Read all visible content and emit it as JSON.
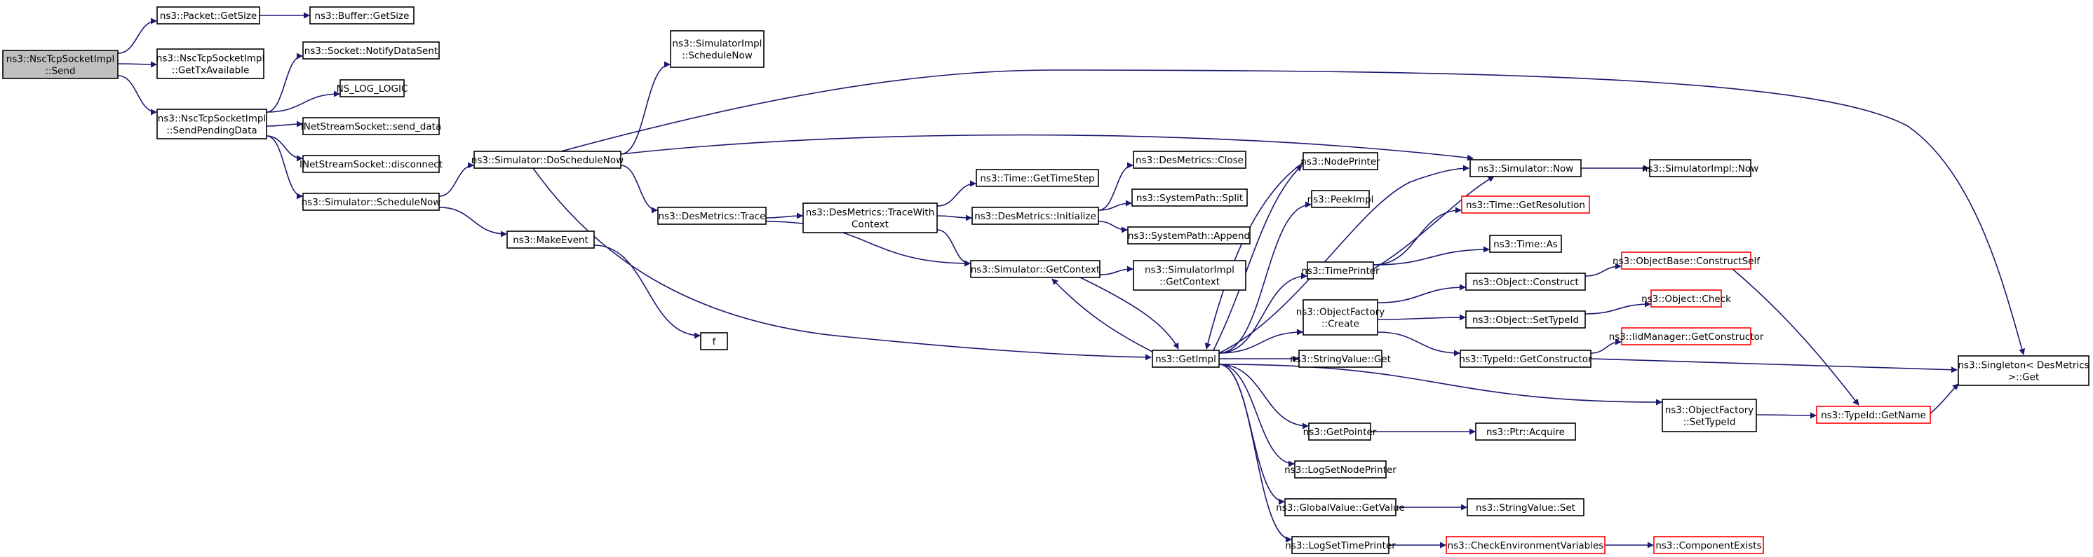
{
  "colors": {
    "root_fill": "#bfbfbf",
    "node_fill": "#ffffff",
    "node_border": "#000000",
    "truncated_border": "#ff0000",
    "edge": "#191970"
  },
  "nodes": {
    "send": {
      "lines": [
        "ns3::NscTcpSocketImpl",
        "::Send"
      ],
      "style": "root"
    },
    "pkt_getsize": {
      "lines": [
        "ns3::Packet::GetSize"
      ],
      "style": "normal"
    },
    "buf_getsize": {
      "lines": [
        "ns3::Buffer::GetSize"
      ],
      "style": "normal"
    },
    "gettxavail": {
      "lines": [
        "ns3::NscTcpSocketImpl",
        "::GetTxAvailable"
      ],
      "style": "normal"
    },
    "sendpending": {
      "lines": [
        "ns3::NscTcpSocketImpl",
        "::SendPendingData"
      ],
      "style": "normal"
    },
    "notifysent": {
      "lines": [
        "ns3::Socket::NotifyDataSent"
      ],
      "style": "normal"
    },
    "nslog": {
      "lines": [
        "NS_LOG_LOGIC"
      ],
      "style": "normal"
    },
    "senddata": {
      "lines": [
        "INetStreamSocket::send_data"
      ],
      "style": "normal"
    },
    "disconnect": {
      "lines": [
        "INetStreamSocket::disconnect"
      ],
      "style": "normal"
    },
    "schednow": {
      "lines": [
        "ns3::Simulator::ScheduleNow"
      ],
      "style": "normal"
    },
    "makeevent": {
      "lines": [
        "ns3::MakeEvent"
      ],
      "style": "normal"
    },
    "f": {
      "lines": [
        "f"
      ],
      "style": "normal"
    },
    "simimpl_schednow": {
      "lines": [
        "ns3::SimulatorImpl",
        "::ScheduleNow"
      ],
      "style": "normal"
    },
    "doschednow": {
      "lines": [
        "ns3::Simulator::DoScheduleNow"
      ],
      "style": "normal"
    },
    "des_trace": {
      "lines": [
        "ns3::DesMetrics::Trace"
      ],
      "style": "normal"
    },
    "des_tracectx": {
      "lines": [
        "ns3::DesMetrics::TraceWith",
        "Context"
      ],
      "style": "normal"
    },
    "time_gettimestep": {
      "lines": [
        "ns3::Time::GetTimeStep"
      ],
      "style": "normal"
    },
    "des_init": {
      "lines": [
        "ns3::DesMetrics::Initialize"
      ],
      "style": "normal"
    },
    "des_close": {
      "lines": [
        "ns3::DesMetrics::Close"
      ],
      "style": "normal"
    },
    "path_split": {
      "lines": [
        "ns3::SystemPath::Split"
      ],
      "style": "normal"
    },
    "path_append": {
      "lines": [
        "ns3::SystemPath::Append"
      ],
      "style": "normal"
    },
    "sim_getctx": {
      "lines": [
        "ns3::Simulator::GetContext"
      ],
      "style": "normal"
    },
    "simimpl_getctx": {
      "lines": [
        "ns3::SimulatorImpl",
        "::GetContext"
      ],
      "style": "normal"
    },
    "getimpl": {
      "lines": [
        "ns3::GetImpl"
      ],
      "style": "normal"
    },
    "nodeprinter": {
      "lines": [
        "ns3::NodePrinter"
      ],
      "style": "normal"
    },
    "peekimpl": {
      "lines": [
        "ns3::PeekImpl"
      ],
      "style": "normal"
    },
    "timeprinter": {
      "lines": [
        "ns3::TimePrinter"
      ],
      "style": "normal"
    },
    "objfactory_create": {
      "lines": [
        "ns3::ObjectFactory",
        "::Create"
      ],
      "style": "normal"
    },
    "stringvalue_get": {
      "lines": [
        "ns3::StringValue::Get"
      ],
      "style": "normal"
    },
    "getpointer": {
      "lines": [
        "ns3::GetPointer"
      ],
      "style": "normal"
    },
    "logsetnodeprinter": {
      "lines": [
        "ns3::LogSetNodePrinter"
      ],
      "style": "normal"
    },
    "globalvalue_getvalue": {
      "lines": [
        "ns3::GlobalValue::GetValue"
      ],
      "style": "normal"
    },
    "logsettimeprinter": {
      "lines": [
        "ns3::LogSetTimePrinter"
      ],
      "style": "normal"
    },
    "sim_now": {
      "lines": [
        "ns3::Simulator::Now"
      ],
      "style": "normal"
    },
    "simimpl_now": {
      "lines": [
        "ns3::SimulatorImpl::Now"
      ],
      "style": "normal"
    },
    "time_getres": {
      "lines": [
        "ns3::Time::GetResolution"
      ],
      "style": "truncated"
    },
    "time_as": {
      "lines": [
        "ns3::Time::As"
      ],
      "style": "normal"
    },
    "obj_construct": {
      "lines": [
        "ns3::Object::Construct"
      ],
      "style": "normal"
    },
    "obj_settypeid": {
      "lines": [
        "ns3::Object::SetTypeId"
      ],
      "style": "normal"
    },
    "typeid_getctor": {
      "lines": [
        "ns3::TypeId::GetConstructor"
      ],
      "style": "normal"
    },
    "objbase_constructself": {
      "lines": [
        "ns3::ObjectBase::ConstructSelf"
      ],
      "style": "truncated"
    },
    "obj_check": {
      "lines": [
        "ns3::Object::Check"
      ],
      "style": "truncated"
    },
    "iidmgr_getctor": {
      "lines": [
        "ns3::IidManager::GetConstructor"
      ],
      "style": "truncated"
    },
    "singleton_get": {
      "lines": [
        "ns3::Singleton< DesMetrics",
        " >::Get"
      ],
      "style": "normal"
    },
    "objfactory_settypeid": {
      "lines": [
        "ns3::ObjectFactory",
        "::SetTypeId"
      ],
      "style": "normal"
    },
    "typeid_getname": {
      "lines": [
        "ns3::TypeId::GetName"
      ],
      "style": "truncated"
    },
    "ptr_acquire": {
      "lines": [
        "ns3::Ptr::Acquire"
      ],
      "style": "normal"
    },
    "stringvalue_set": {
      "lines": [
        "ns3::StringValue::Set"
      ],
      "style": "normal"
    },
    "checkenv": {
      "lines": [
        "ns3::CheckEnvironmentVariables"
      ],
      "style": "truncated"
    },
    "compexists": {
      "lines": [
        "ns3::ComponentExists"
      ],
      "style": "truncated"
    }
  },
  "edges": [
    {
      "from": "send",
      "to": "pkt_getsize"
    },
    {
      "from": "send",
      "to": "gettxavail"
    },
    {
      "from": "send",
      "to": "sendpending"
    },
    {
      "from": "pkt_getsize",
      "to": "buf_getsize"
    },
    {
      "from": "sendpending",
      "to": "notifysent"
    },
    {
      "from": "sendpending",
      "to": "nslog"
    },
    {
      "from": "sendpending",
      "to": "senddata"
    },
    {
      "from": "sendpending",
      "to": "disconnect"
    },
    {
      "from": "sendpending",
      "to": "schednow"
    },
    {
      "from": "schednow",
      "to": "doschednow"
    },
    {
      "from": "schednow",
      "to": "makeevent"
    },
    {
      "from": "makeevent",
      "to": "f"
    },
    {
      "from": "doschednow",
      "to": "simimpl_schednow"
    },
    {
      "from": "doschednow",
      "to": "des_trace"
    },
    {
      "from": "doschednow",
      "to": "getimpl"
    },
    {
      "from": "doschednow",
      "to": "sim_now"
    },
    {
      "from": "doschednow",
      "to": "singleton_get"
    },
    {
      "from": "des_trace",
      "to": "des_tracectx"
    },
    {
      "from": "des_trace",
      "to": "sim_getctx"
    },
    {
      "from": "des_tracectx",
      "to": "time_gettimestep"
    },
    {
      "from": "des_tracectx",
      "to": "des_init"
    },
    {
      "from": "des_tracectx",
      "to": "sim_getctx"
    },
    {
      "from": "des_init",
      "to": "des_close"
    },
    {
      "from": "des_init",
      "to": "path_split"
    },
    {
      "from": "des_init",
      "to": "path_append"
    },
    {
      "from": "sim_getctx",
      "to": "simimpl_getctx"
    },
    {
      "from": "sim_getctx",
      "to": "getimpl"
    },
    {
      "from": "getimpl",
      "to": "sim_getctx"
    },
    {
      "from": "getimpl",
      "to": "nodeprinter"
    },
    {
      "from": "getimpl",
      "to": "peekimpl"
    },
    {
      "from": "getimpl",
      "to": "timeprinter"
    },
    {
      "from": "getimpl",
      "to": "sim_now"
    },
    {
      "from": "getimpl",
      "to": "objfactory_create"
    },
    {
      "from": "getimpl",
      "to": "stringvalue_get"
    },
    {
      "from": "getimpl",
      "to": "objfactory_settypeid"
    },
    {
      "from": "getimpl",
      "to": "getpointer"
    },
    {
      "from": "getimpl",
      "to": "logsetnodeprinter"
    },
    {
      "from": "getimpl",
      "to": "globalvalue_getvalue"
    },
    {
      "from": "getimpl",
      "to": "logsettimeprinter"
    },
    {
      "from": "nodeprinter",
      "to": "getimpl"
    },
    {
      "from": "timeprinter",
      "to": "sim_now"
    },
    {
      "from": "timeprinter",
      "to": "time_getres"
    },
    {
      "from": "timeprinter",
      "to": "time_as"
    },
    {
      "from": "sim_now",
      "to": "simimpl_now"
    },
    {
      "from": "objfactory_create",
      "to": "obj_construct"
    },
    {
      "from": "objfactory_create",
      "to": "obj_settypeid"
    },
    {
      "from": "objfactory_create",
      "to": "typeid_getctor"
    },
    {
      "from": "obj_construct",
      "to": "objbase_constructself"
    },
    {
      "from": "obj_settypeid",
      "to": "obj_check"
    },
    {
      "from": "typeid_getctor",
      "to": "iidmgr_getctor"
    },
    {
      "from": "typeid_getctor",
      "to": "singleton_get"
    },
    {
      "from": "objbase_constructself",
      "to": "typeid_getname"
    },
    {
      "from": "objfactory_settypeid",
      "to": "typeid_getname"
    },
    {
      "from": "typeid_getname",
      "to": "singleton_get"
    },
    {
      "from": "getpointer",
      "to": "ptr_acquire"
    },
    {
      "from": "globalvalue_getvalue",
      "to": "stringvalue_set"
    },
    {
      "from": "logsettimeprinter",
      "to": "checkenv"
    },
    {
      "from": "checkenv",
      "to": "compexists"
    }
  ]
}
